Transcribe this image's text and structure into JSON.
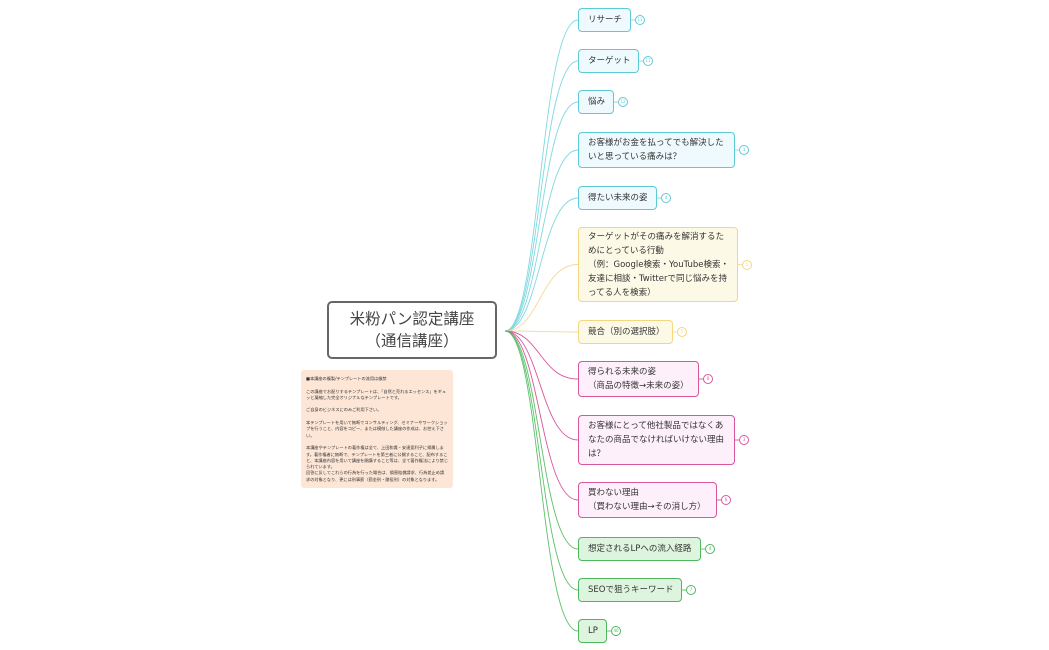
{
  "root": {
    "label": "米粉パン認定講座（通信講座）"
  },
  "colors": {
    "cyan": {
      "border": "#5ccbd6",
      "bg": "#eefafd",
      "line": "#7fd8e0"
    },
    "yellow": {
      "border": "#f3d67e",
      "bg": "#fcfae6",
      "line": "#f5d99a"
    },
    "pink": {
      "border": "#d9569e",
      "bg": "#fdf0fb",
      "line": "#d9569e"
    },
    "green": {
      "border": "#4fb85c",
      "bg": "#ddf4de",
      "line": "#5cc068"
    }
  },
  "nodes": [
    {
      "label": "リサーチ",
      "badge": "11",
      "color": "cyan"
    },
    {
      "label": "ターゲット",
      "badge": "11",
      "color": "cyan"
    },
    {
      "label": "悩み",
      "badge": "12",
      "color": "cyan"
    },
    {
      "label": "お客様がお金を払ってでも解決した\nいと思っている痛みは？",
      "badge": "3",
      "color": "cyan"
    },
    {
      "label": "得たい未来の姿",
      "badge": "4",
      "color": "cyan"
    },
    {
      "label": "ターゲットがその痛みを解消するた\nめにとっている行動\n（例：Google検索・YouTube検索・\n友達に相談・Twitterで同じ悩みを持\nってる人を検索）",
      "badge": "5",
      "color": "yellow"
    },
    {
      "label": "競合（別の選択肢）",
      "badge": "5",
      "color": "yellow"
    },
    {
      "label": "得られる未来の姿\n（商品の特徴→未来の姿）",
      "badge": "6",
      "color": "pink"
    },
    {
      "label": "お客様にとって他社製品ではなくあ\nなたの商品でなければいけない理由\nは？",
      "badge": "3",
      "color": "pink"
    },
    {
      "label": "買わない理由\n（買わない理由→その消し方）",
      "badge": "6",
      "color": "pink"
    },
    {
      "label": "想定されるLPへの流入経路",
      "badge": "4",
      "color": "green"
    },
    {
      "label": "SEOで狙うキーワード",
      "badge": "7",
      "color": "green"
    },
    {
      "label": "LP",
      "badge": "40",
      "color": "green"
    }
  ],
  "note": {
    "text": "■本講座の複製/テンプレートの流用は厳禁\n\nこの講座でお配りするテンプレートは、「自然と売れるエッセンス」をギュッと凝縮した完全オリジナルなテンプレートです。\n\nご自身のビジネスにのみご利用下さい。\n\n本テンプレートを用いて無断でコンサルティング、セミナーやワークショップを行うこと、内容をコピー、または模倣した講座の作成は、お控え下さい。\n\n本講座やテンプレートの著作権は全て、上田和貴・安達亜利子に帰属します。著作権者に無断で、テンプレートを第三者に公開すること、配布すること、本講座内容を用いて講座を開講すること等は、全て著作権法により禁じられています。\n回答に反してこれらの行為を行った場合は、損害賠償請求、行為差止め請求の対象となり、更には刑事罰（罰金刑・懲役刑）の対象となります。"
  }
}
